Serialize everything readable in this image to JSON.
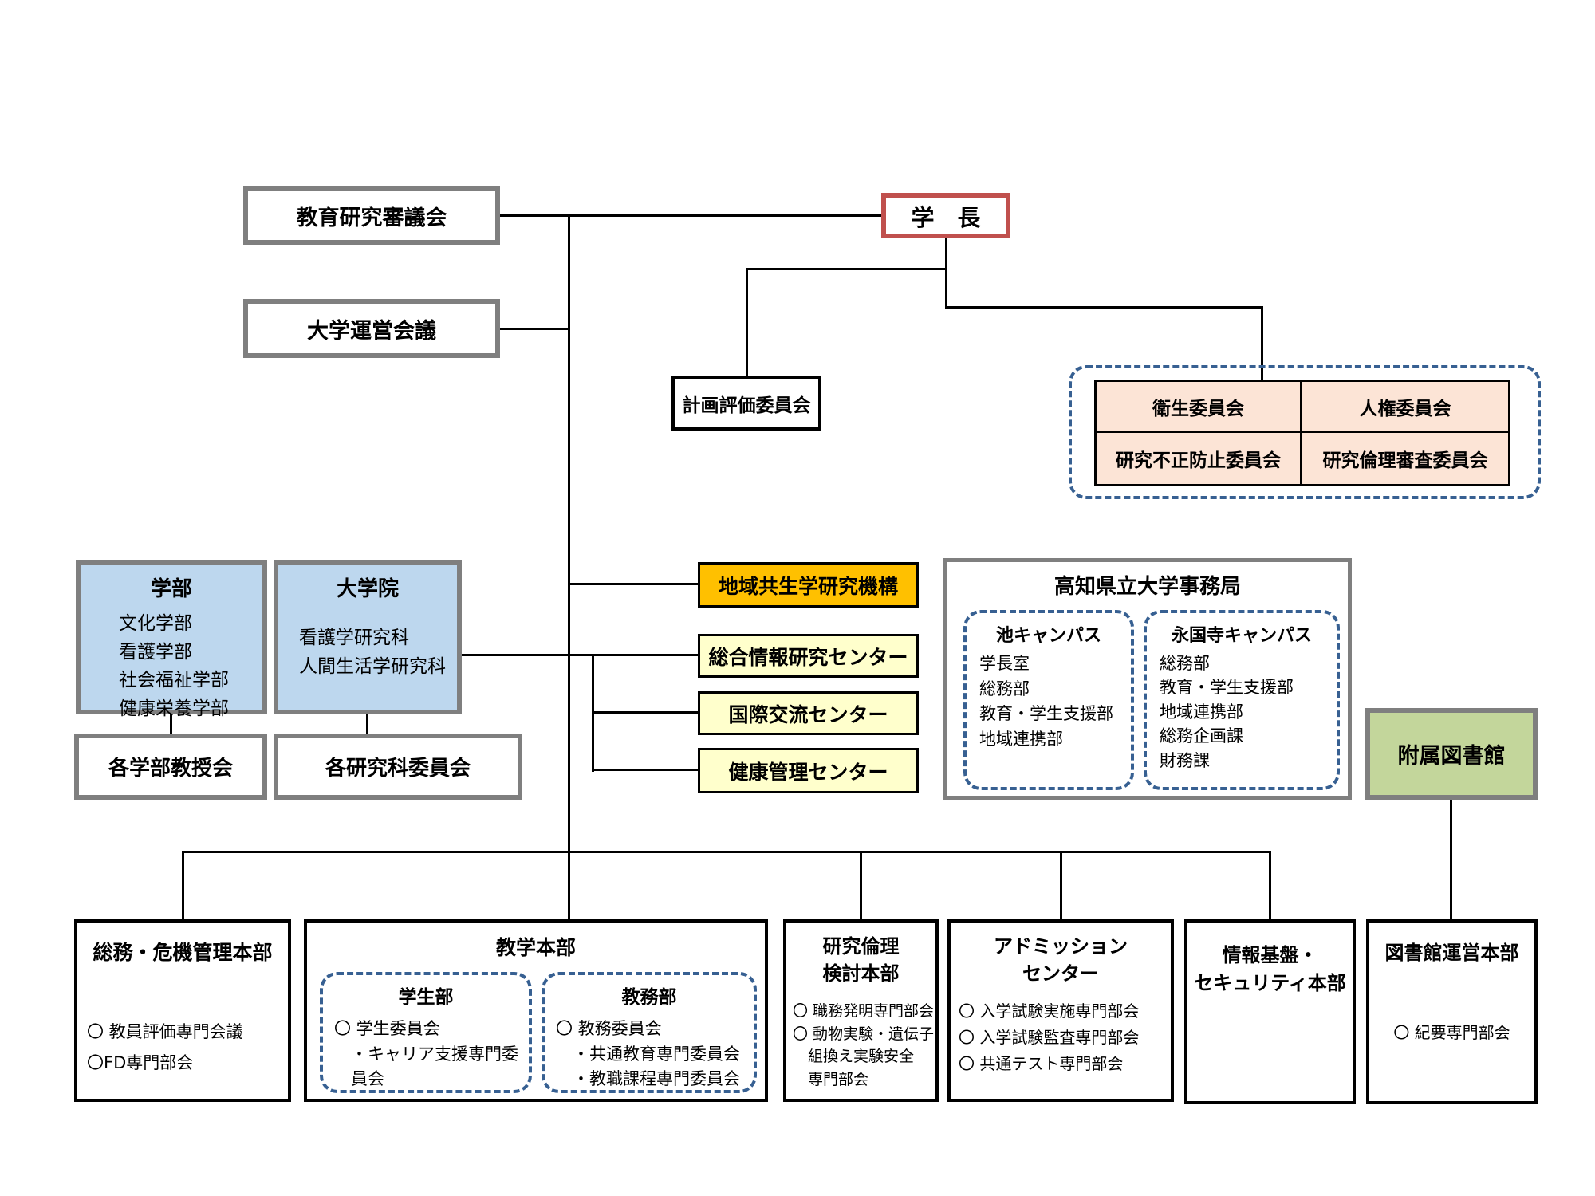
{
  "colors": {
    "president_border": "#C0504D",
    "gray_border": "#7F7F7F",
    "faculty_fill": "#BDD7EE",
    "research_org_fill": "#FFC000",
    "center_fill": "#FFFFCC",
    "library_fill": "#C3D69B",
    "committee_fill": "#FCE4D6",
    "dashed_border_blue": "#376092"
  },
  "diagram": {
    "education_research_council": {
      "label": "教育研究審議会"
    },
    "university_management_meeting": {
      "label": "大学運営会議"
    },
    "president": {
      "label": "学　長"
    },
    "plan_evaluation_committee": {
      "label": "計画評価委員会"
    },
    "committees": {
      "cells": [
        "衛生委員会",
        "人権委員会",
        "研究不正防止委員会",
        "研究倫理審査委員会"
      ]
    },
    "faculties": {
      "title": "学部",
      "items": [
        "文化学部",
        "看護学部",
        "社会福祉学部",
        "健康栄養学部"
      ]
    },
    "graduate_school": {
      "title": "大学院",
      "items": [
        "看護学研究科",
        "人間生活学研究科"
      ]
    },
    "faculty_councils": {
      "label": "各学部教授会"
    },
    "graduate_committees": {
      "label": "各研究科委員会"
    },
    "regional_coexistence_org": {
      "label": "地域共生学研究機構"
    },
    "integrated_info_center": {
      "label": "総合情報研究センター"
    },
    "international_center": {
      "label": "国際交流センター"
    },
    "health_center": {
      "label": "健康管理センター"
    },
    "admin_office": {
      "title": "高知県立大学事務局",
      "ike_campus": {
        "title": "池キャンパス",
        "items": [
          "学長室",
          "総務部",
          "教育・学生支援部",
          "地域連携部"
        ]
      },
      "eikokuji_campus": {
        "title": "永国寺キャンパス",
        "items": [
          "総務部",
          "教育・学生支援部",
          "地域連携部",
          "総務企画課",
          "財務課"
        ]
      }
    },
    "library": {
      "label": "附属図書館"
    },
    "general_affairs_hq": {
      "title": "総務・危機管理本部",
      "items": [
        "〇 教員評価専門会議",
        "〇FD専門部会"
      ]
    },
    "academic_hq": {
      "title": "教学本部",
      "student_division": {
        "title": "学生部",
        "items": [
          "〇 学生委員会",
          "・キャリア支援専門委員会"
        ]
      },
      "academic_division": {
        "title": "教務部",
        "items": [
          "〇 教務委員会",
          "・共通教育専門委員会",
          "・教職課程専門委員会"
        ]
      }
    },
    "research_ethics_hq": {
      "title_line1": "研究倫理",
      "title_line2": "検討本部",
      "items": [
        "〇 職務発明専門部会",
        "〇 動物実験・遺伝子",
        "組換え実験安全",
        "専門部会"
      ]
    },
    "admission_center": {
      "title_line1": "アドミッション",
      "title_line2": "センター",
      "items": [
        "〇 入学試験実施専門部会",
        "〇 入学試験監査専門部会",
        "〇 共通テスト専門部会"
      ]
    },
    "info_security_hq": {
      "title_line1": "情報基盤・",
      "title_line2": "セキュリティ本部"
    },
    "library_management_hq": {
      "title": "図書館運営本部",
      "items": [
        "〇 紀要専門部会"
      ]
    }
  }
}
